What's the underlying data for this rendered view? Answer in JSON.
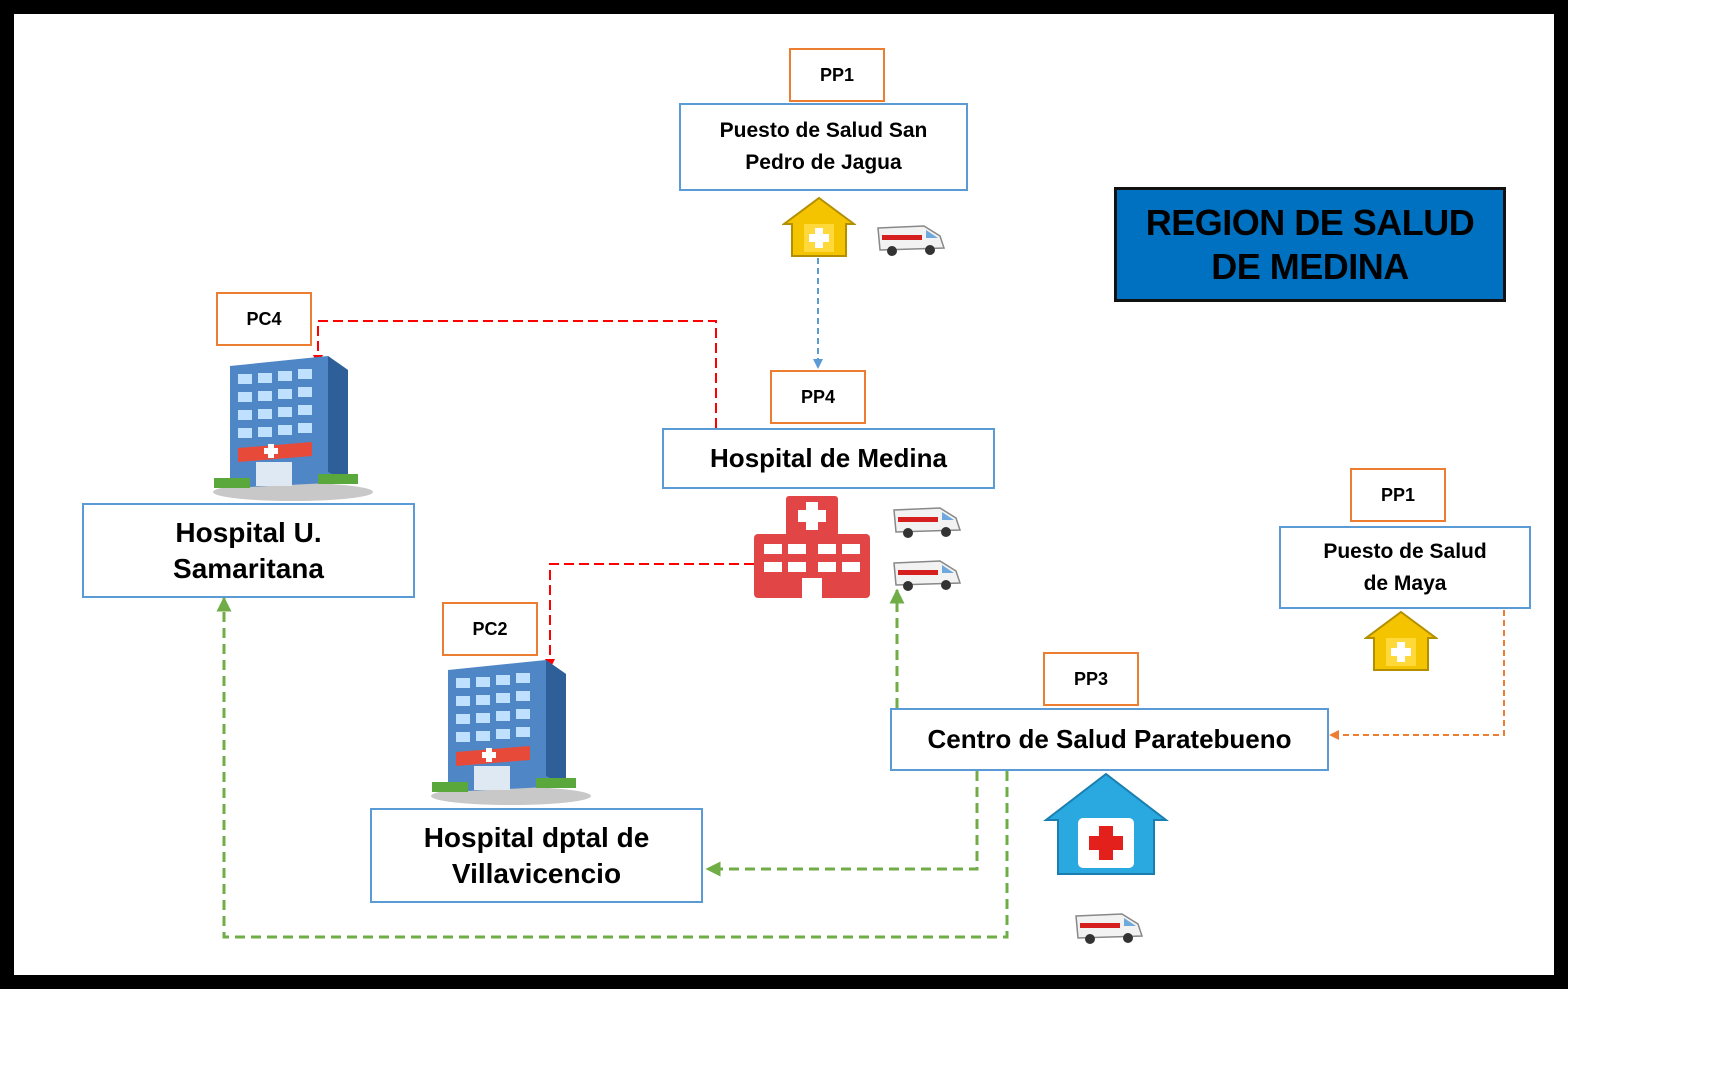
{
  "colors": {
    "box_border": "#5b9bd5",
    "tag_border": "#ed7d31",
    "region_fill": "#0070c0",
    "arrow_blue": "#5b9bd5",
    "arrow_red": "#ff0000",
    "arrow_green": "#70ad47",
    "arrow_orange": "#ed7d31"
  },
  "region": {
    "line1": "REGION DE SALUD",
    "line2": "DE MEDINA"
  },
  "nodes": {
    "san_pedro": {
      "tag": "PP1",
      "line1": "Puesto de Salud San",
      "line2": "Pedro de Jagua",
      "icons": [
        "yellow-health-post-icon",
        "ambulance-icon"
      ]
    },
    "medina": {
      "tag": "PP4",
      "label": "Hospital de Medina",
      "icons": [
        "red-hospital-icon",
        "ambulance-icon",
        "ambulance-icon"
      ]
    },
    "samaritana": {
      "tag": "PC4",
      "line1": "Hospital U.",
      "line2": "Samaritana",
      "icons": [
        "hospital-building-icon"
      ]
    },
    "villavicencio": {
      "tag": "PC2",
      "line1": "Hospital dptal de",
      "line2": "Villavicencio",
      "icons": [
        "hospital-building-icon"
      ]
    },
    "maya": {
      "tag": "PP1",
      "line1": "Puesto de Salud",
      "line2": "de Maya",
      "icons": [
        "yellow-health-post-icon"
      ]
    },
    "paratebueno": {
      "tag": "PP3",
      "label": "Centro de Salud Paratebueno",
      "icons": [
        "blue-health-center-icon",
        "ambulance-icon"
      ]
    }
  },
  "connections": [
    {
      "from": "Puesto de Salud San Pedro de Jagua",
      "to": "Hospital de Medina",
      "color": "blue"
    },
    {
      "from": "Hospital de Medina",
      "to": "Hospital U. Samaritana",
      "color": "red"
    },
    {
      "from": "Hospital de Medina",
      "to": "Hospital dptal de Villavicencio",
      "color": "red"
    },
    {
      "from": "Centro de Salud Paratebueno",
      "to": "Hospital de Medina",
      "color": "green"
    },
    {
      "from": "Centro de Salud Paratebueno",
      "to": "Hospital dptal de Villavicencio",
      "color": "green"
    },
    {
      "from": "Centro de Salud Paratebueno",
      "to": "Hospital U. Samaritana",
      "color": "green"
    },
    {
      "from": "Puesto de Salud de Maya",
      "to": "Centro de Salud Paratebueno",
      "color": "orange"
    }
  ]
}
